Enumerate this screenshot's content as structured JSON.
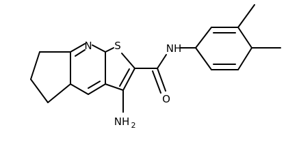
{
  "molecule": {
    "atoms": {
      "nitrogen_ring": "N",
      "sulfur": "S",
      "amide_nh": "NH",
      "carbonyl_oxygen": "O",
      "amine_n": "NH",
      "amine_h_count": "2"
    }
  }
}
